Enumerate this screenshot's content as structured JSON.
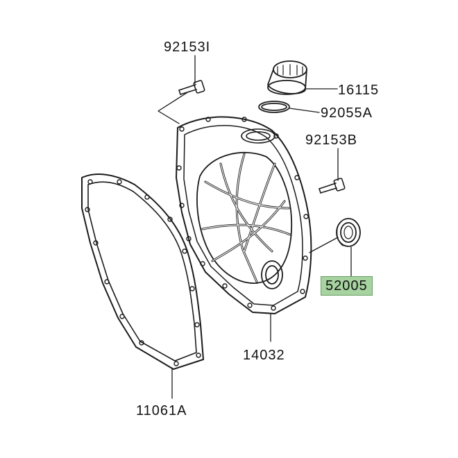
{
  "diagram": {
    "parts": [
      {
        "id": "p1",
        "number": "92153I"
      },
      {
        "id": "p2",
        "number": "16115"
      },
      {
        "id": "p3",
        "number": "92055A"
      },
      {
        "id": "p4",
        "number": "92153B"
      },
      {
        "id": "p5",
        "number": "52005",
        "highlighted": true
      },
      {
        "id": "p6",
        "number": "14032"
      },
      {
        "id": "p7",
        "number": "11061A"
      }
    ],
    "colors": {
      "line": "#1a1a1a",
      "highlight_bg": "#a6d3a0"
    }
  }
}
